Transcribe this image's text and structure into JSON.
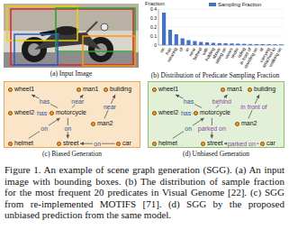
{
  "diagram": {
    "caption": "Figure 1. An example of scene graph generation (SGG). (a) An input image with bounding boxes. (b) The distribution of sample fraction for the most frequent 20 predicates in Visual Genome [22]. (c) SGG from re-implemented MOTIFS [71]. (d) SGG by the proposed unbiased prediction from the same model.",
    "nodes": [
      {
        "text": [
          "(c) Biased Generation"
        ]
      },
      {
        "text": [
          "wheel1"
        ],
        "in": 0
      },
      {
        "text": [
          "man1"
        ],
        "in": 0
      },
      {
        "text": [
          "building"
        ],
        "in": 0
      },
      {
        "text": [
          "wheel2"
        ],
        "in": 0
      },
      {
        "text": [
          "motorcycle"
        ],
        "in": 0
      },
      {
        "text": [
          "man2"
        ],
        "in": 0
      },
      {
        "text": [
          "helmet"
        ],
        "in": 0
      },
      {
        "text": [
          "street"
        ],
        "in": 0
      },
      {
        "text": [
          "car"
        ],
        "in": 0
      },
      {
        "text": [
          "(d) Unbiased Generation"
        ]
      },
      {
        "text": [
          "wheel1"
        ],
        "in": 10
      },
      {
        "text": [
          "man1"
        ],
        "in": 10
      },
      {
        "text": [
          "building"
        ],
        "in": 10
      },
      {
        "text": [
          "wheel2"
        ],
        "in": 10
      },
      {
        "text": [
          "motorcycle"
        ],
        "in": 10
      },
      {
        "text": [
          "man2"
        ],
        "in": 10
      },
      {
        "text": [
          "helmet"
        ],
        "in": 10
      },
      {
        "text": [
          "street"
        ],
        "in": 10
      },
      {
        "text": [
          "car"
        ],
        "in": 10
      }
    ],
    "edges": [
      {
        "from": 5,
        "to": 1,
        "arrow": "to",
        "label": "has"
      },
      {
        "from": 5,
        "to": 4,
        "arrow": "to",
        "label": "has"
      },
      {
        "from": 5,
        "to": 2,
        "arrow": "to",
        "label": "near"
      },
      {
        "from": 7,
        "to": 5,
        "arrow": "to",
        "label": "on"
      },
      {
        "from": 5,
        "to": 8,
        "arrow": "to",
        "label": "on"
      },
      {
        "from": 6,
        "to": 3,
        "arrow": "to",
        "label": "near"
      },
      {
        "from": 9,
        "to": 8,
        "arrow": "to",
        "label": "on"
      },
      {
        "from": 15,
        "to": 11,
        "arrow": "to",
        "label": "has"
      },
      {
        "from": 15,
        "to": 14,
        "arrow": "to",
        "label": "has"
      },
      {
        "from": 15,
        "to": 12,
        "arrow": "to",
        "label": "behind"
      },
      {
        "from": 17,
        "to": 15,
        "arrow": "to",
        "label": "on"
      },
      {
        "from": 15,
        "to": 18,
        "arrow": "to",
        "label": "parked on"
      },
      {
        "from": 16,
        "to": 13,
        "arrow": "to",
        "label": "in front of"
      },
      {
        "from": 19,
        "to": 18,
        "arrow": "to",
        "label": "parked on"
      }
    ],
    "labels": [
      "(a) Input Image",
      "Fraction",
      "0.4",
      "0.3",
      "0.2",
      "0.1",
      "0",
      "on",
      "has",
      "wearing",
      "of",
      "in",
      "near",
      "behind",
      "with",
      "holding",
      "above",
      "sitting on",
      "wears",
      "under",
      "riding",
      "in front of",
      "standing on",
      "at",
      "carrying",
      "attached to",
      "walking on",
      "(b) Distribution of Predicate Sampling Fraction"
    ],
    "legend": [
      {
        "text": "Sampling Fraction",
        "color": "#4472c4"
      }
    ]
  }
}
